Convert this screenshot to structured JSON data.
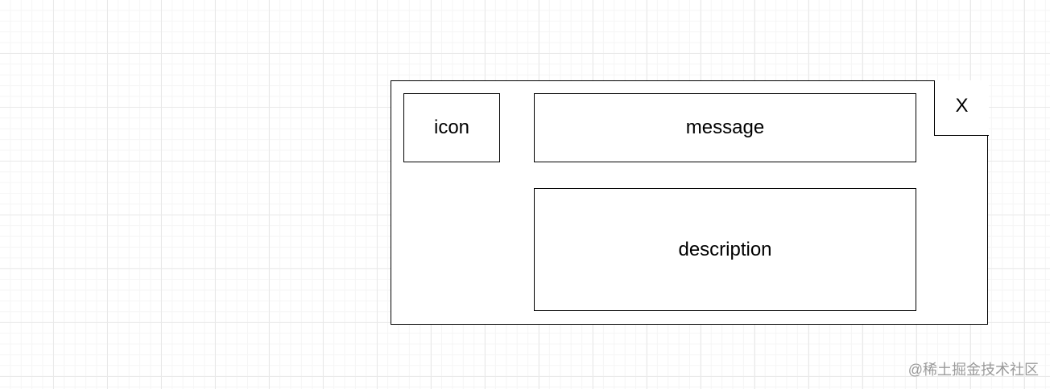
{
  "diagram": {
    "icon_label": "icon",
    "message_label": "message",
    "description_label": "description",
    "close_label": "X"
  },
  "watermark": "@稀土掘金技术社区"
}
